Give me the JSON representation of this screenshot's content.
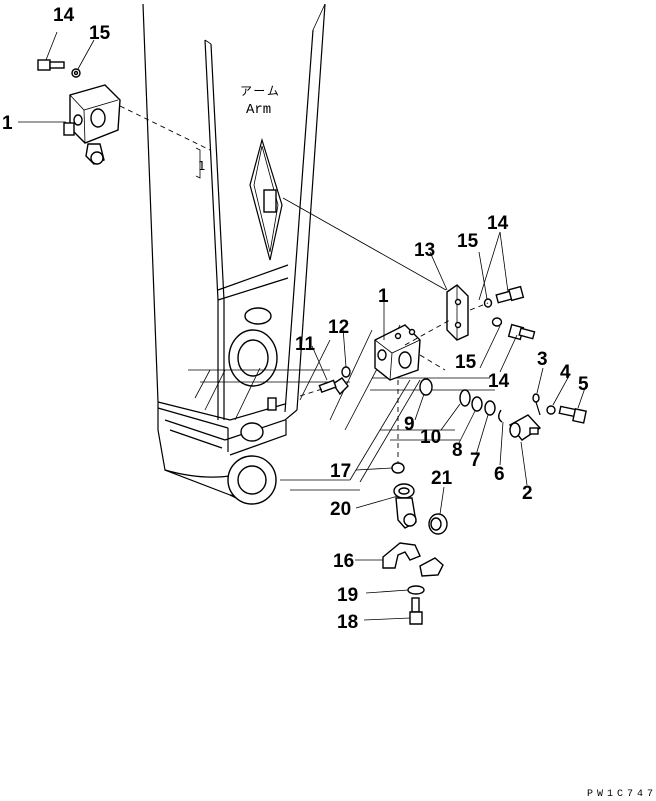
{
  "diagram": {
    "arm_label_jp": "アーム",
    "arm_label_en": "Arm",
    "drawing_code": "PW1C747",
    "callouts": [
      {
        "id": "c14a",
        "text": "14"
      },
      {
        "id": "c15a",
        "text": "15"
      },
      {
        "id": "c1a",
        "text": "1"
      },
      {
        "id": "c13",
        "text": "13"
      },
      {
        "id": "c15b",
        "text": "15"
      },
      {
        "id": "c14b",
        "text": "14"
      },
      {
        "id": "c1b",
        "text": "1"
      },
      {
        "id": "c12",
        "text": "12"
      },
      {
        "id": "c11",
        "text": "11"
      },
      {
        "id": "c15c",
        "text": "15"
      },
      {
        "id": "c3",
        "text": "3"
      },
      {
        "id": "c4",
        "text": "4"
      },
      {
        "id": "c5",
        "text": "5"
      },
      {
        "id": "c14c",
        "text": "14"
      },
      {
        "id": "c9",
        "text": "9"
      },
      {
        "id": "c10",
        "text": "10"
      },
      {
        "id": "c8",
        "text": "8"
      },
      {
        "id": "c7",
        "text": "7"
      },
      {
        "id": "c6",
        "text": "6"
      },
      {
        "id": "c2",
        "text": "2"
      },
      {
        "id": "c17",
        "text": "17"
      },
      {
        "id": "c21",
        "text": "21"
      },
      {
        "id": "c20",
        "text": "20"
      },
      {
        "id": "c16",
        "text": "16"
      },
      {
        "id": "c19",
        "text": "19"
      },
      {
        "id": "c18",
        "text": "18"
      }
    ]
  }
}
